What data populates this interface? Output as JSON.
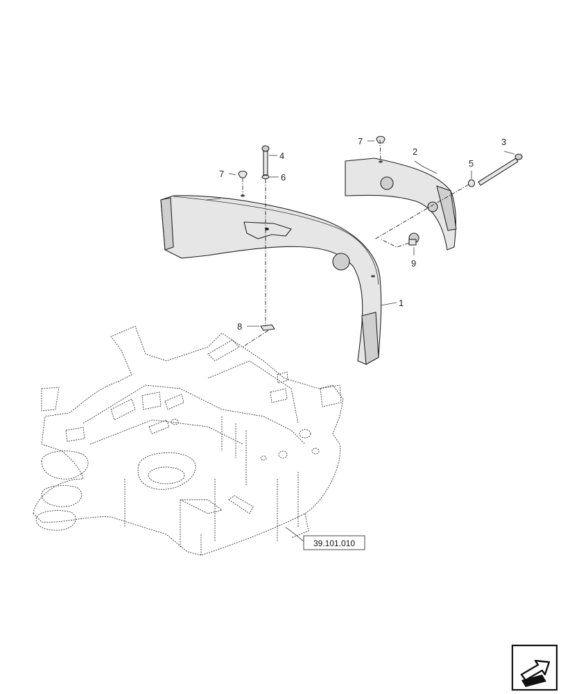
{
  "callouts": {
    "c1": "1",
    "c2": "2",
    "c3": "3",
    "c4": "4",
    "c5": "5",
    "c6": "6",
    "c7a": "7",
    "c7b": "7",
    "c8": "8",
    "c9": "9"
  },
  "reference_box": "39.101.010",
  "nav_icon": "next-page-arrow-icon"
}
